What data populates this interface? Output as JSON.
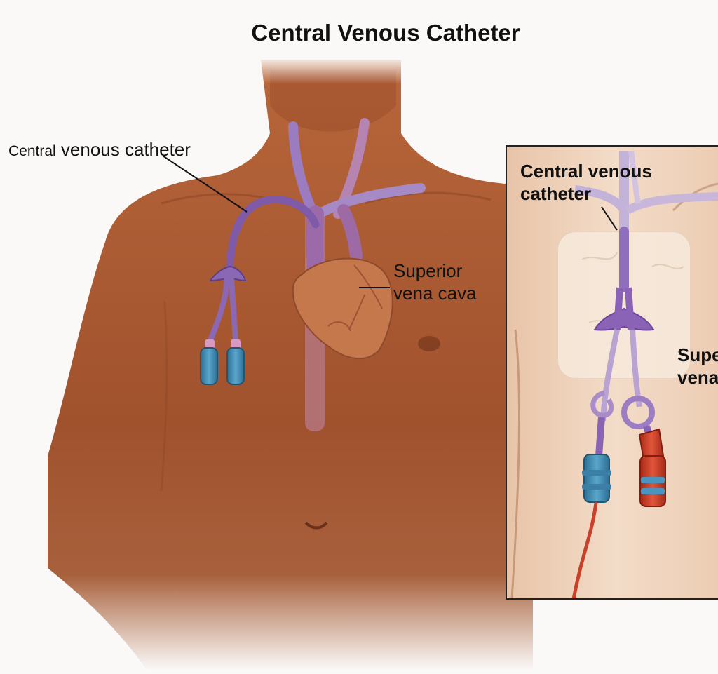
{
  "title": "Central Venous Catheter",
  "labels": {
    "cvc_left_small": "Central",
    "cvc_left_rest": " venous catheter",
    "svc_line1": "Superior",
    "svc_line2": "vena cava"
  },
  "inset": {
    "cvc_line1": "Central venous",
    "cvc_line2": "catheter",
    "svc_line1": "Supe",
    "svc_line2": "vena"
  },
  "colors": {
    "skin": "#a0522d",
    "catheter": "#8a68b4",
    "blue_cap": "#3f88b0",
    "red_cap": "#cc3b27"
  }
}
